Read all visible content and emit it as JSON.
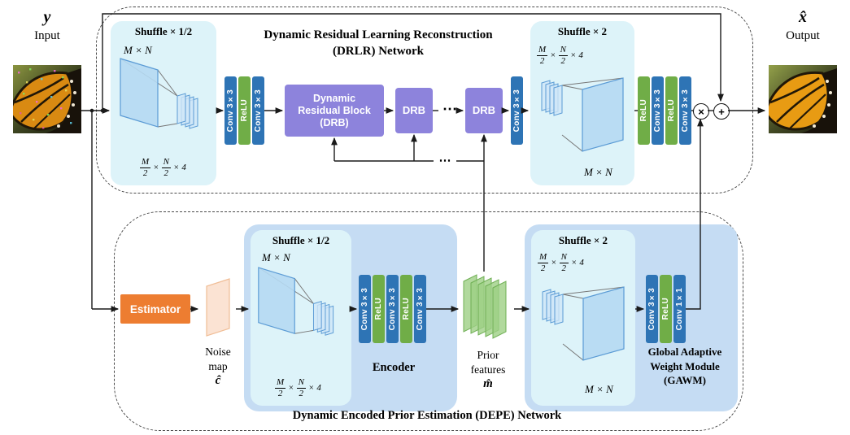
{
  "io": {
    "input_symbol": "y",
    "input_label": "Input",
    "output_symbol": "x̂",
    "output_label": "Output"
  },
  "drlr": {
    "title_line1": "Dynamic Residual Learning Reconstruction",
    "title_line2": "(DRLR) Network",
    "shuffle_down_title": "Shuffle × 1/2",
    "shuffle_up_title": "Shuffle × 2",
    "pre_blocks": [
      "Conv 3×3",
      "ReLU",
      "Conv 3×3"
    ],
    "drb_full": [
      "Dynamic",
      "Residual Block",
      "(DRB)"
    ],
    "drb_short": "DRB",
    "flow_dots": "⋯",
    "connector_dots": "⋯",
    "mid_block": "Conv 3×3",
    "post_blocks": [
      "ReLU",
      "Conv 3×3",
      "ReLU",
      "Conv 3×3"
    ],
    "multiply_symbol": "×",
    "add_symbol": "+"
  },
  "depe": {
    "title": "Dynamic Encoded Prior Estimation (DEPE) Network",
    "estimator_label": "Estimator",
    "noise_map": {
      "line1": "Noise",
      "line2": "map",
      "symbol": "ĉ"
    },
    "encoder": {
      "shuffle_title": "Shuffle × 1/2",
      "blocks": [
        "Conv 3×3",
        "ReLU",
        "Conv 3×3",
        "ReLU",
        "Conv 3×3"
      ],
      "label": "Encoder"
    },
    "prior": {
      "line1": "Prior",
      "line2": "features",
      "symbol": "m̂"
    },
    "gawm": {
      "shuffle_title": "Shuffle × 2",
      "blocks": [
        "Conv 3×3",
        "ReLU",
        "Conv 1×1"
      ],
      "label_lines": [
        "Global Adaptive",
        "Weight Module",
        "(GAWM)"
      ]
    }
  },
  "dims": {
    "m": "M",
    "n": "N",
    "two": "2",
    "four": "4",
    "times": "×",
    "mn": "M × N"
  },
  "colors": {
    "conv_blue": "#2e74b5",
    "relu_green": "#70ad47",
    "drb_purple": "#8d83dc",
    "estimator_orange": "#ed7d31",
    "shuffle_cyan": "#ddf3f9",
    "module_blue": "#c5dcf3",
    "prior_green": "#9ed085",
    "noise_peach": "#fbe3d3"
  }
}
